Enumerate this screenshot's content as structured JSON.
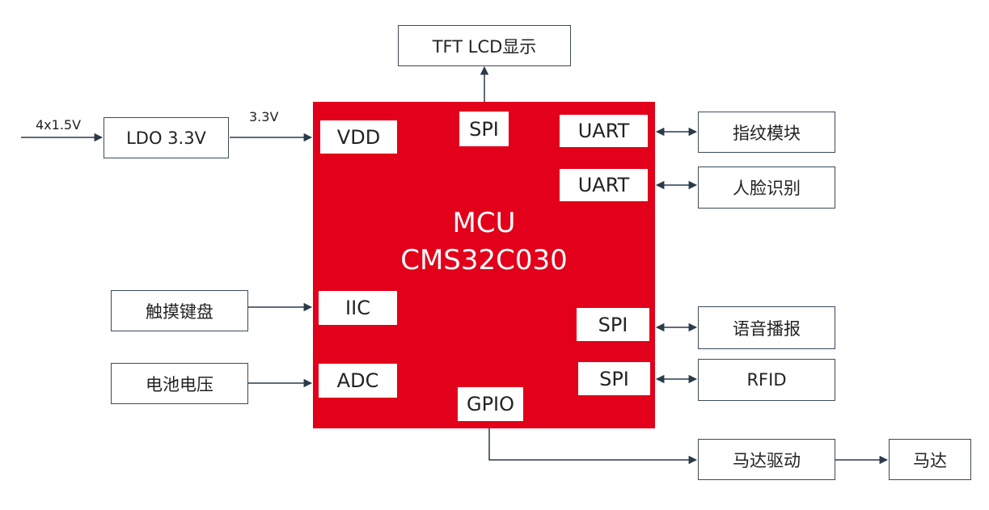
{
  "mcu": {
    "title": "MCU",
    "model": "CMS32C030"
  },
  "ports": {
    "vdd": "VDD",
    "spi_top": "SPI",
    "uart1": "UART",
    "uart2": "UART",
    "iic": "IIC",
    "spi_right1": "SPI",
    "adc": "ADC",
    "spi_right2": "SPI",
    "gpio": "GPIO"
  },
  "blocks": {
    "lcd": "TFT LCD显示",
    "ldo": "LDO 3.3V",
    "fingerprint": "指纹模块",
    "face": "人脸识别",
    "keypad": "触摸键盘",
    "voice": "语音播报",
    "battery": "电池电压",
    "rfid": "RFID",
    "motor_driver": "马达驱动",
    "motor": "马达"
  },
  "labels": {
    "input_voltage": "4x1.5V",
    "ldo_output": "3.3V"
  }
}
